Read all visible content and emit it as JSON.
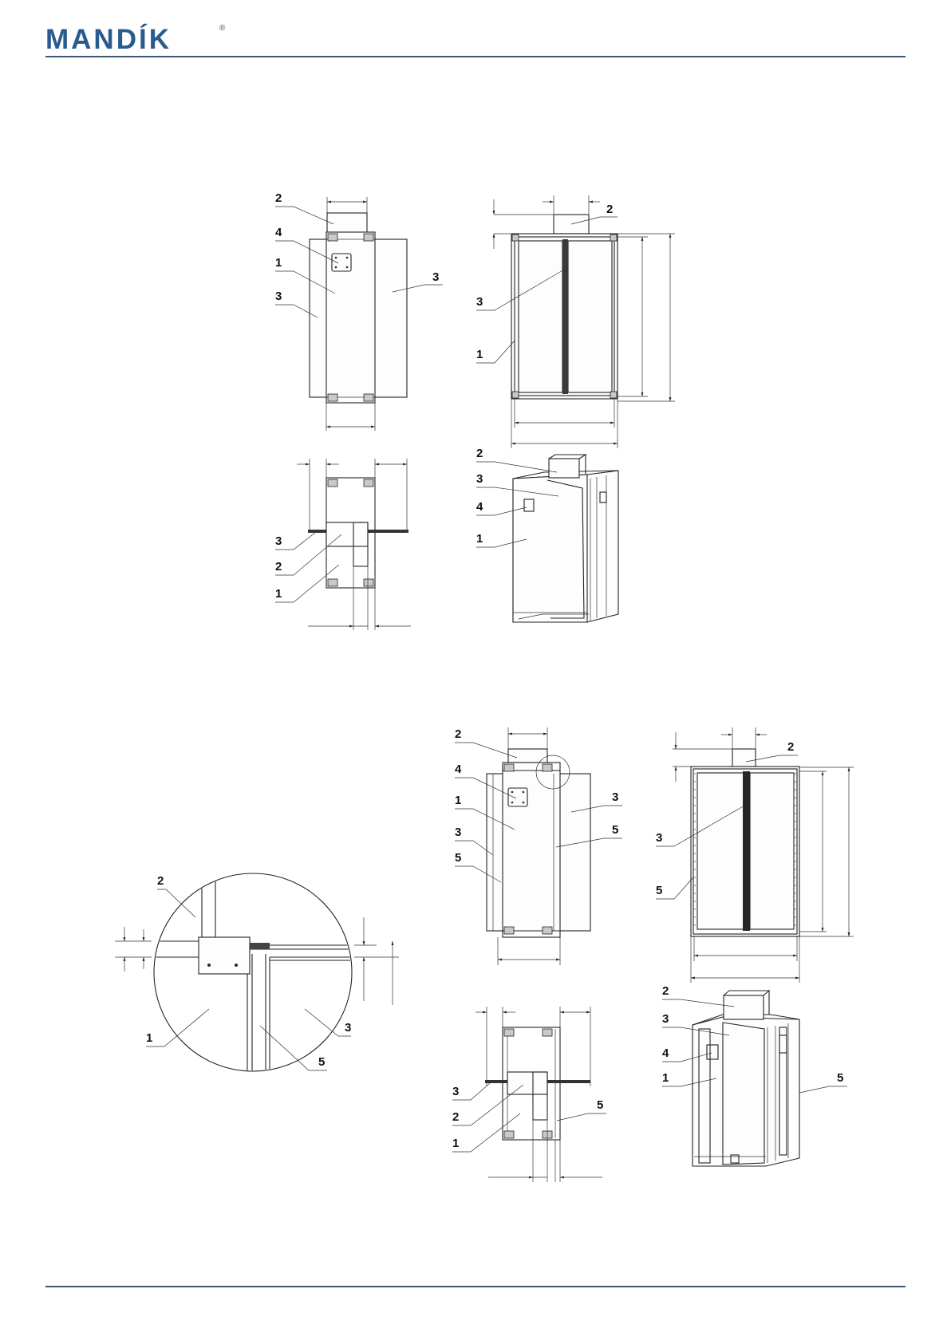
{
  "header": {
    "logo_text": "MANDÍK",
    "logo_mark": "®",
    "brand_color": "#2a5b8f",
    "rule_color": "#3c5876"
  },
  "figures": {
    "top_front": [
      "2",
      "4",
      "1",
      "3",
      "3"
    ],
    "top_side": [
      "2",
      "3",
      "1"
    ],
    "top_plan": [
      "3",
      "2",
      "1"
    ],
    "top_iso": [
      "2",
      "3",
      "4",
      "1"
    ],
    "detail": [
      "2",
      "1",
      "3",
      "5"
    ],
    "bottom_front": [
      "2",
      "4",
      "1",
      "3",
      "5",
      "3",
      "5"
    ],
    "bottom_side": [
      "2",
      "3",
      "5"
    ],
    "bottom_plan": [
      "3",
      "2",
      "1",
      "5"
    ],
    "bottom_iso": [
      "2",
      "3",
      "4",
      "1",
      "5"
    ]
  }
}
